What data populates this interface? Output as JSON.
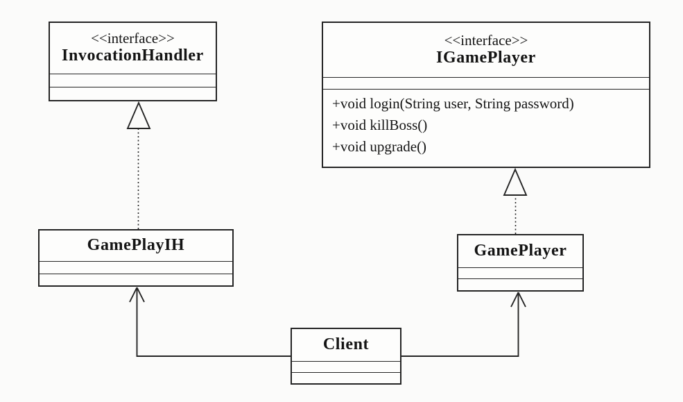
{
  "diagram": {
    "type": "uml-class-diagram",
    "background_color": "#fbfbfa",
    "line_color": "#242424",
    "classes": {
      "invocation_handler": {
        "stereotype": "<<interface>>",
        "name": "InvocationHandler",
        "attributes": [],
        "methods": []
      },
      "igameplayer": {
        "stereotype": "<<interface>>",
        "name": "IGamePlayer",
        "attributes": [],
        "methods": [
          "+void login(String user, String password)",
          "+void killBoss()",
          "+void upgrade()"
        ]
      },
      "gameplayih": {
        "name": "GamePlayIH",
        "attributes": [],
        "methods": []
      },
      "gameplayer": {
        "name": "GamePlayer",
        "attributes": [],
        "methods": []
      },
      "client": {
        "name": "Client",
        "attributes": [],
        "methods": []
      }
    },
    "relationships": [
      {
        "type": "realization",
        "from": "GamePlayIH",
        "to": "InvocationHandler",
        "line": "dotted",
        "head": "hollow-triangle"
      },
      {
        "type": "realization",
        "from": "GamePlayer",
        "to": "IGamePlayer",
        "line": "dotted",
        "head": "hollow-triangle"
      },
      {
        "type": "association",
        "from": "Client",
        "to": "GamePlayIH",
        "line": "solid",
        "head": "open-arrow"
      },
      {
        "type": "association",
        "from": "Client",
        "to": "GamePlayer",
        "line": "solid",
        "head": "open-arrow"
      }
    ]
  }
}
